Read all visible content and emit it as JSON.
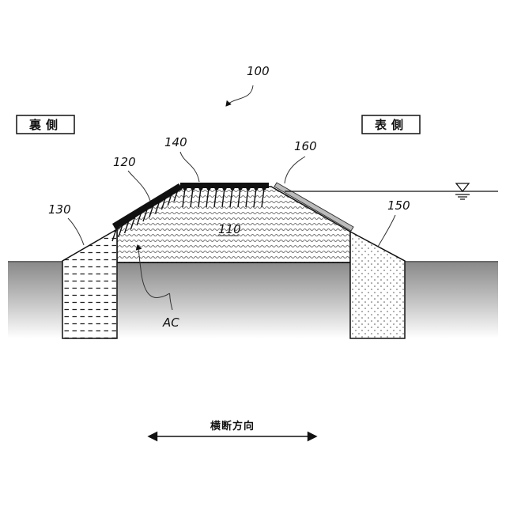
{
  "labels": {
    "fig_ref": "100",
    "ref_110": "110",
    "ref_120": "120",
    "ref_130": "130",
    "ref_140": "140",
    "ref_150": "150",
    "ref_160": "160",
    "ref_ac": "AC",
    "side_left": "裏側",
    "side_right": "表側",
    "direction": "横断方向"
  },
  "colors": {
    "line": "#111111",
    "revetment": "#bbbbbb"
  },
  "icons": {
    "water_level": "water-level-triangle-icon",
    "direction_arrow": "double-headed-arrow-icon"
  }
}
